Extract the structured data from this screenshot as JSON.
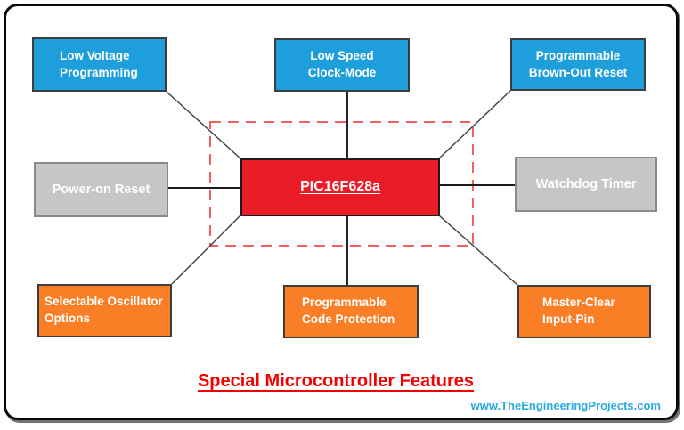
{
  "diagram": {
    "center": {
      "label": "PIC16F628a"
    },
    "features": [
      {
        "id": "low-voltage-programming",
        "color": "blue",
        "lines": [
          "Low Voltage",
          "Programming"
        ]
      },
      {
        "id": "low-speed-clock-mode",
        "color": "blue",
        "lines": [
          "Low Speed",
          "Clock-Mode"
        ]
      },
      {
        "id": "programmable-brown-out-reset",
        "color": "blue",
        "lines": [
          "Programmable",
          "Brown-Out Reset"
        ]
      },
      {
        "id": "power-on-reset",
        "color": "gray",
        "lines": [
          "Power-on Reset"
        ]
      },
      {
        "id": "watchdog-timer",
        "color": "gray",
        "lines": [
          "Watchdog Timer"
        ]
      },
      {
        "id": "selectable-oscillator-options",
        "color": "orange",
        "lines": [
          "Selectable Oscillator",
          "Options"
        ]
      },
      {
        "id": "programmable-code-protection",
        "color": "orange",
        "lines": [
          "Programmable",
          "Code Protection"
        ]
      },
      {
        "id": "master-clear-input-pin",
        "color": "orange",
        "lines": [
          "Master-Clear",
          "Input-Pin"
        ]
      }
    ],
    "title": "Special Microcontroller Features",
    "website": "www.TheEngineeringProjects.com",
    "colors": {
      "feature_blue": "#1E9FDC",
      "feature_orange": "#F97E26",
      "feature_gray": "#C6C6C6",
      "center_red": "#EA1C27",
      "dashed_highlight": "#F25F5F",
      "title_red": "#F40000",
      "website_blue": "#29ABE2",
      "frame_black": "#0A0A0A",
      "connector_gray": "#3F3F3F"
    }
  }
}
